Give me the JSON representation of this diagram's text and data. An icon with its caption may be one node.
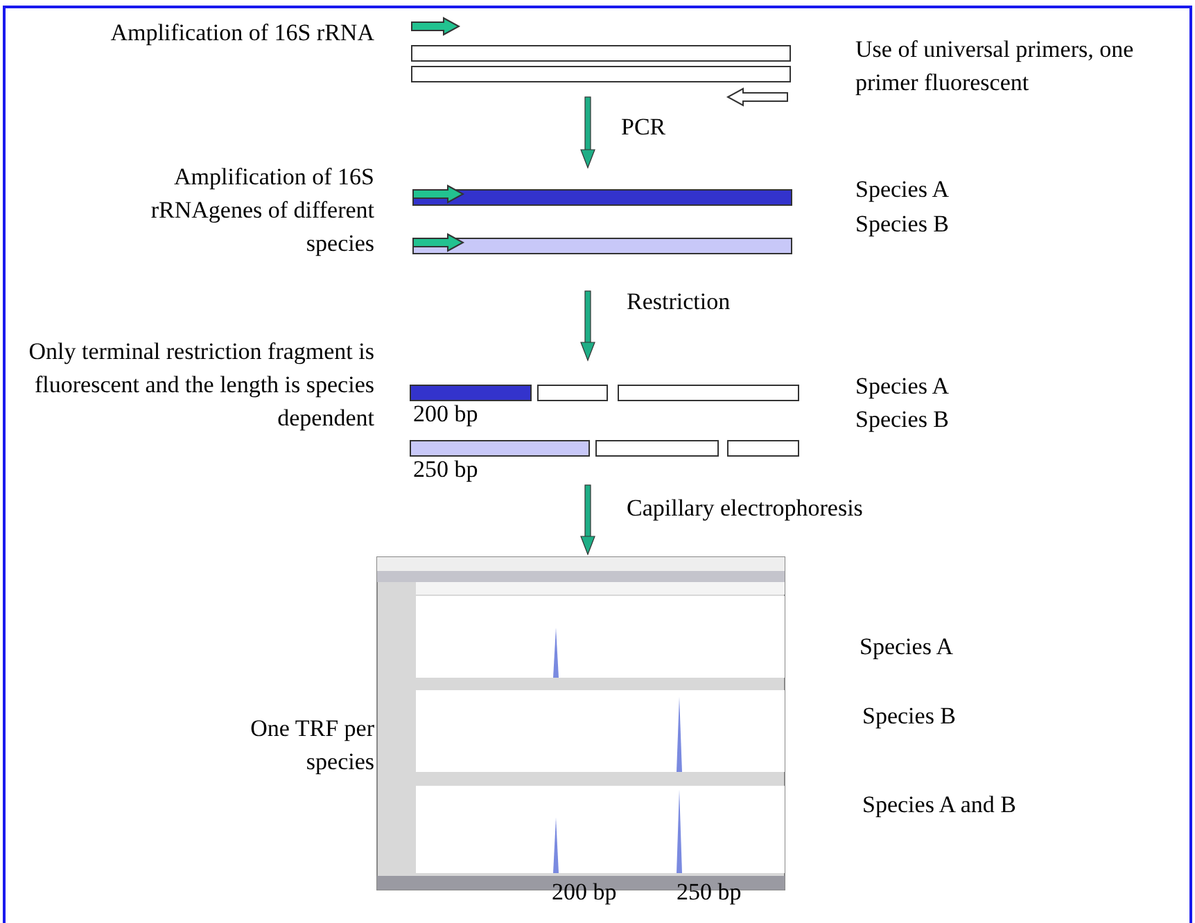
{
  "diagram": {
    "labels": [
      "Amplification of 16S rRNA",
      "Use of universal primers, one primer fluorescent",
      "PCR",
      "Amplification of 16S rRNAgenes of different species",
      "Species A",
      "Species B",
      "Restriction",
      "Only terminal restriction fragment is fluorescent and the length is species dependent",
      "Species A",
      "200 bp",
      "Species B",
      "250 bp",
      "Capillary electrophoresis",
      "Species A",
      "One TRF per species",
      "Species B",
      "Species A and B",
      "200 bp",
      "250 bp"
    ]
  }
}
